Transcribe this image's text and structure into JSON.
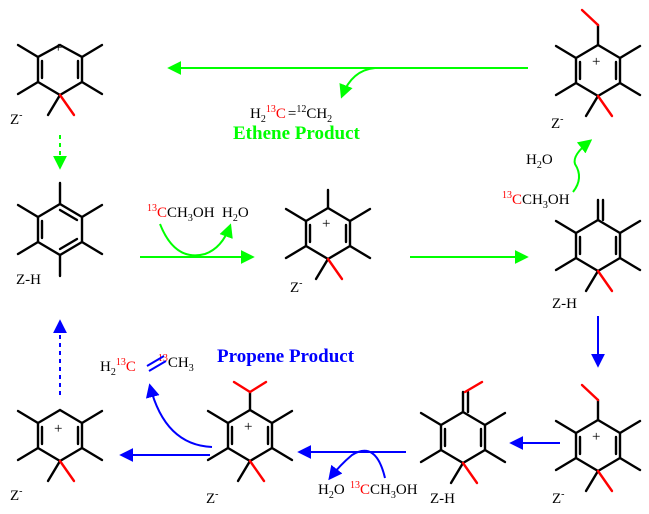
{
  "colors": {
    "ethene_route": "#00ff00",
    "propene_route": "#0000ff",
    "isotope_label": "#ff0000",
    "bond": "#000000"
  },
  "labels": {
    "ethene_header": "Ethene Product",
    "propene_header": "Propene Product",
    "zeolite_anion": "Z",
    "zeolite_anion_charge": "-",
    "zeolite_protonated": "Z-H",
    "plus": "+"
  },
  "reagents": {
    "methanol_13": "13",
    "methanol_rest": "CH",
    "methanol_sub3": "3",
    "methanol_oh": "OH",
    "water_h": "H",
    "water_sub2": "2",
    "water_o": "O"
  },
  "ethene": {
    "h2": "H",
    "h2_sub": "2",
    "c13_sup": "13",
    "c13": "C",
    "double": "=",
    "c12_sup": "12",
    "ch2": "CH",
    "ch2_sub": "2"
  },
  "propene": {
    "h2": "H",
    "h2_sub": "2",
    "c13a_sup": "13",
    "c13a": "C",
    "c13b_sup": "13",
    "ch3": "CH",
    "ch3_sub": "3"
  }
}
